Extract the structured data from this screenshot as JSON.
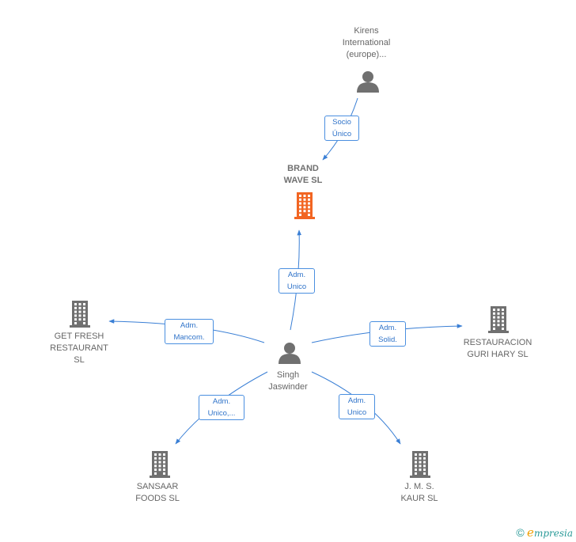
{
  "nodes": {
    "kirens": {
      "lines": [
        "Kirens",
        "International",
        "(europe)..."
      ],
      "type": "person"
    },
    "brand_wave": {
      "lines": [
        "BRAND",
        "WAVE  SL"
      ],
      "type": "company",
      "highlight": true
    },
    "singh": {
      "lines": [
        "Singh",
        "Jaswinder"
      ],
      "type": "person"
    },
    "get_fresh": {
      "lines": [
        "GET FRESH",
        "RESTAURANT",
        "SL"
      ],
      "type": "company"
    },
    "restauracion": {
      "lines": [
        "RESTAURACION",
        "GURI HARY  SL"
      ],
      "type": "company"
    },
    "sansaar": {
      "lines": [
        "SANSAAR",
        "FOODS  SL"
      ],
      "type": "company"
    },
    "jms": {
      "lines": [
        "J.  M.  S.",
        "KAUR SL"
      ],
      "type": "company"
    }
  },
  "edges": [
    {
      "id": "kirens_brand",
      "from": "kirens",
      "to": "brand_wave",
      "lines": [
        "Socio",
        "Único"
      ]
    },
    {
      "id": "singh_brand",
      "from": "singh",
      "to": "brand_wave",
      "lines": [
        "Adm.",
        "Unico"
      ]
    },
    {
      "id": "singh_getfresh",
      "from": "singh",
      "to": "get_fresh",
      "lines": [
        "Adm.",
        "Mancom."
      ]
    },
    {
      "id": "singh_restauracion",
      "from": "singh",
      "to": "restauracion",
      "lines": [
        "Adm.",
        "Solid."
      ]
    },
    {
      "id": "singh_sansaar",
      "from": "singh",
      "to": "sansaar",
      "lines": [
        "Adm.",
        "Unico,..."
      ]
    },
    {
      "id": "singh_jms",
      "from": "singh",
      "to": "jms",
      "lines": [
        "Adm.",
        "Unico"
      ]
    }
  ],
  "colors": {
    "edge": "#3a7fd5",
    "company": "#707070",
    "highlight": "#f26522",
    "person": "#707070"
  },
  "brand": {
    "copyright": "©",
    "initial": "e",
    "rest": "mpresia"
  }
}
